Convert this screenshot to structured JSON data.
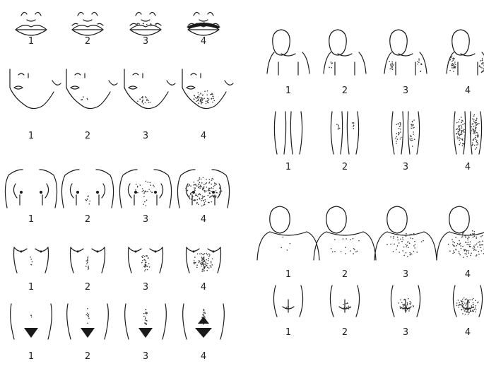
{
  "scale_labels": [
    "1",
    "2",
    "3",
    "4"
  ],
  "left_panel": {
    "rows": [
      {
        "region": "upper-lip"
      },
      {
        "region": "chin"
      },
      {
        "region": "chest"
      },
      {
        "region": "upper-abdomen"
      },
      {
        "region": "lower-abdomen"
      }
    ]
  },
  "right_panel": {
    "rows": [
      {
        "region": "arm"
      },
      {
        "region": "thigh"
      },
      {
        "region": "upper-back"
      },
      {
        "region": "lower-back"
      }
    ]
  },
  "colors": {
    "ink": "#1a1a1a",
    "background": "#ffffff"
  }
}
